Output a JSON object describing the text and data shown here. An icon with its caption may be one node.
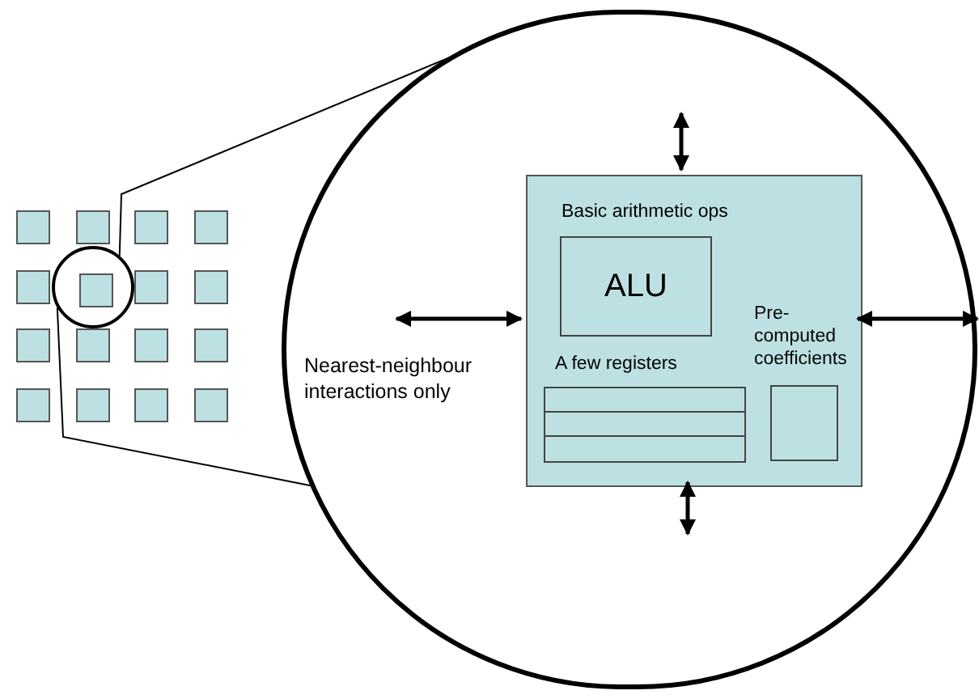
{
  "diagram": {
    "nodes": [
      {
        "text": [],
        "shape": "circle"
      },
      {
        "text": [],
        "shape": "box"
      },
      {
        "text": [],
        "shape": "box"
      },
      {
        "text": [],
        "shape": "box"
      },
      {
        "text": [],
        "shape": "box"
      },
      {
        "text": [],
        "shape": "box"
      },
      {
        "text": [],
        "shape": "box",
        "in": 0
      },
      {
        "text": [],
        "shape": "box"
      },
      {
        "text": [],
        "shape": "box"
      },
      {
        "text": [],
        "shape": "box"
      },
      {
        "text": [],
        "shape": "box"
      },
      {
        "text": [],
        "shape": "box"
      },
      {
        "text": [],
        "shape": "box"
      },
      {
        "text": [],
        "shape": "box"
      },
      {
        "text": [],
        "shape": "box"
      },
      {
        "text": [],
        "shape": "box"
      },
      {
        "text": [],
        "shape": "box"
      },
      {
        "text": [],
        "shape": "circle"
      },
      {
        "text": [],
        "shape": "box",
        "in": 17
      },
      {
        "text": [
          "Basic arithmetic ops",
          "ALU"
        ],
        "in": 18
      },
      {
        "text": [
          "A few registers"
        ],
        "in": 18
      },
      {
        "text": [
          "Pre-computed coefficients"
        ],
        "in": 18
      }
    ],
    "edges": [
      {
        "from": 0,
        "to": 17,
        "arrow": "none"
      },
      {
        "from": 0,
        "to": 17,
        "arrow": "none"
      },
      {
        "from": null,
        "to": 18,
        "arrow": "both"
      },
      {
        "from": null,
        "to": 18,
        "arrow": "both"
      },
      {
        "from": null,
        "to": 18,
        "arrow": "both"
      },
      {
        "from": null,
        "to": 18,
        "arrow": "both"
      }
    ],
    "labels": [
      "Nearest-neighbour interactions only"
    ]
  }
}
